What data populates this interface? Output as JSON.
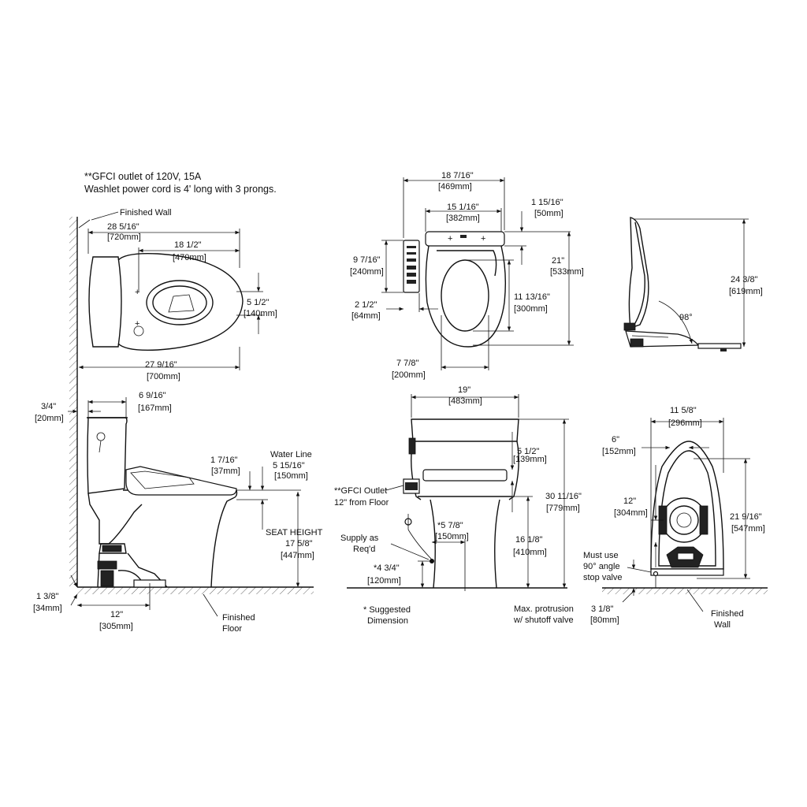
{
  "notes": {
    "gfci_line1": "**GFCI outlet of 120V, 15A",
    "gfci_line2": "Washlet power cord is 4' long with 3 prongs."
  },
  "labels": {
    "finished_wall": "Finished Wall",
    "finished_floor_1": "Finished",
    "finished_floor_2": "Floor",
    "water_line": "Water Line",
    "seat_height": "SEAT HEIGHT",
    "gfci_outlet_1": "**GFCI Outlet",
    "gfci_outlet_2": "12\" from Floor",
    "supply_1": "Supply as",
    "supply_2": "Req'd",
    "suggested_1": "* Suggested",
    "suggested_2": "Dimension",
    "max_protrusion_1": "Max. protrusion",
    "max_protrusion_2": "w/ shutoff valve",
    "must_use_1": "Must use",
    "must_use_2": "90° angle",
    "must_use_3": "stop valve",
    "finished_wall_r1": "Finished",
    "finished_wall_r2": "Wall",
    "angle": "98°"
  },
  "dims": {
    "top_length_in": "28 5/16\"",
    "top_length_mm": "[720mm]",
    "top_bowl_in": "18 1/2\"",
    "top_bowl_mm": "[470mm]",
    "top_width_in": "5 1/2\"",
    "top_width_mm": "[140mm]",
    "top_depth_in": "27 9/16\"",
    "top_depth_mm": "[700mm]",
    "seat_width_in": "18 7/16\"",
    "seat_width_mm": "[469mm]",
    "seat_inner_in": "15 1/16\"",
    "seat_inner_mm": "[382mm]",
    "seat_hinge_in": "1 15/16\"",
    "seat_hinge_mm": "[50mm]",
    "remote_h_in": "9 7/16\"",
    "remote_h_mm": "[240mm]",
    "remote_w_in": "2 1/2\"",
    "remote_w_mm": "[64mm]",
    "seat_len_in": "21\"",
    "seat_len_mm": "[533mm]",
    "seat_open_in": "11 13/16\"",
    "seat_open_mm": "[300mm]",
    "seat_openw_in": "7 7/8\"",
    "seat_openw_mm": "[200mm]",
    "side_h_in": "24 3/8\"",
    "side_h_mm": "[619mm]",
    "wall_gap_in": "3/4\"",
    "wall_gap_mm": "[20mm]",
    "tank_in": "6 9/16\"",
    "tank_mm": "[167mm]",
    "wl1_in": "1 7/16\"",
    "wl1_mm": "[37mm]",
    "wl2_in": "5 15/16\"",
    "wl2_mm": "[150mm]",
    "seat_height_in": "17 5/8\"",
    "seat_height_mm": "[447mm]",
    "floor_in": "1 3/8\"",
    "floor_mm": "[34mm]",
    "rough_in": "12\"",
    "rough_mm": "[305mm]",
    "front_w_in": "19\"",
    "front_w_mm": "[483mm]",
    "front_lid_in": "5 1/2\"",
    "front_lid_mm": "[139mm]",
    "front_h_in": "30 11/16\"",
    "front_h_mm": "[779mm]",
    "front_bowl_in": "16 1/8\"",
    "front_bowl_mm": "[410mm]",
    "supply_off_in": "*5 7/8\"",
    "supply_off_mm": "[150mm]",
    "supply_h_in": "*4 3/4\"",
    "supply_h_mm": "[120mm]",
    "base_w_in": "11 5/8\"",
    "base_w_mm": "[296mm]",
    "base_6_in": "6\"",
    "base_6_mm": "[152mm]",
    "base_12_in": "12\"",
    "base_12_mm": "[304mm]",
    "base_len_in": "21 9/16\"",
    "base_len_mm": "[547mm]",
    "base_off_in": "3 1/8\"",
    "base_off_mm": "[80mm]"
  }
}
